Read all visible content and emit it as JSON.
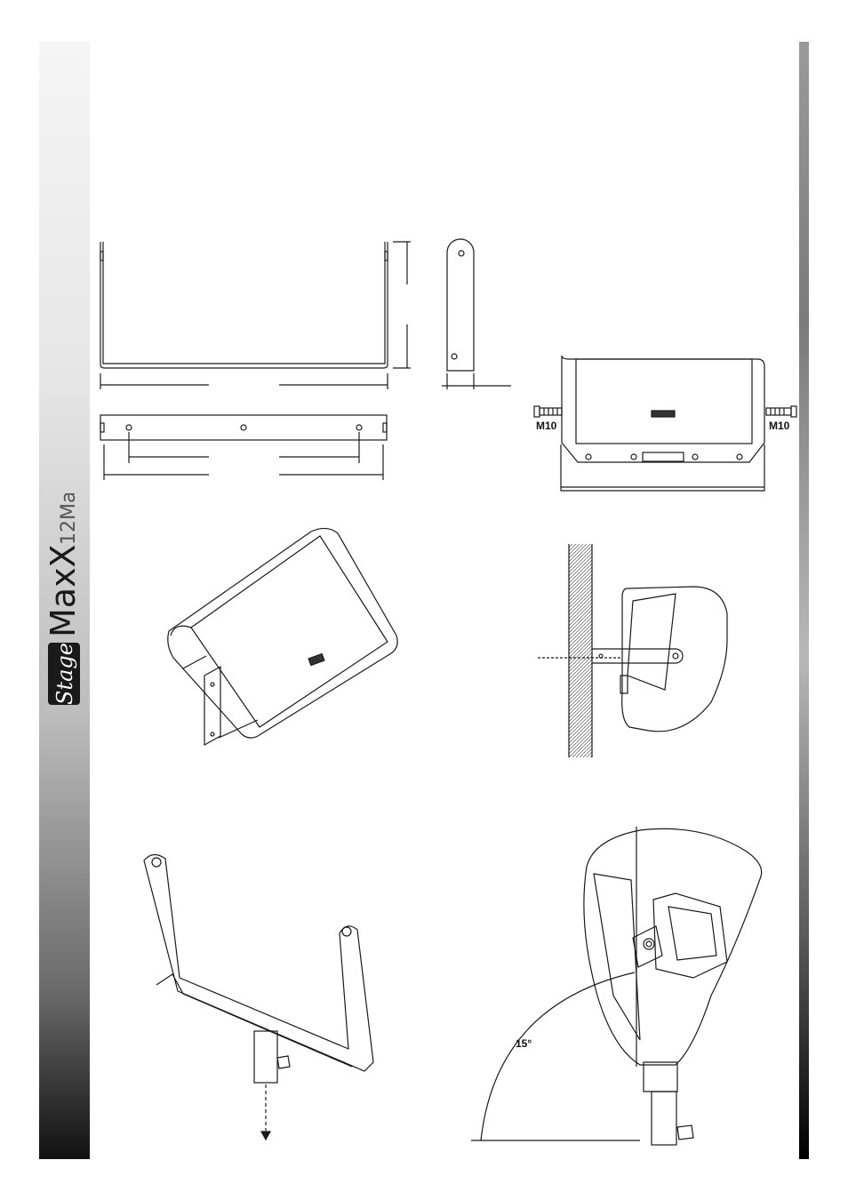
{
  "brand": {
    "logo_word_1": "Stage",
    "logo_word_2": "MaxX",
    "model": "12Ma"
  },
  "front_view": {
    "left_bolt_label": "M10",
    "right_bolt_label": "M10"
  },
  "angle_diagram": {
    "angle_label": "15°"
  },
  "colors": {
    "line": "#1a1a1a",
    "sidebar_dark": "#111111",
    "sidebar_light": "#f2f2f2"
  }
}
